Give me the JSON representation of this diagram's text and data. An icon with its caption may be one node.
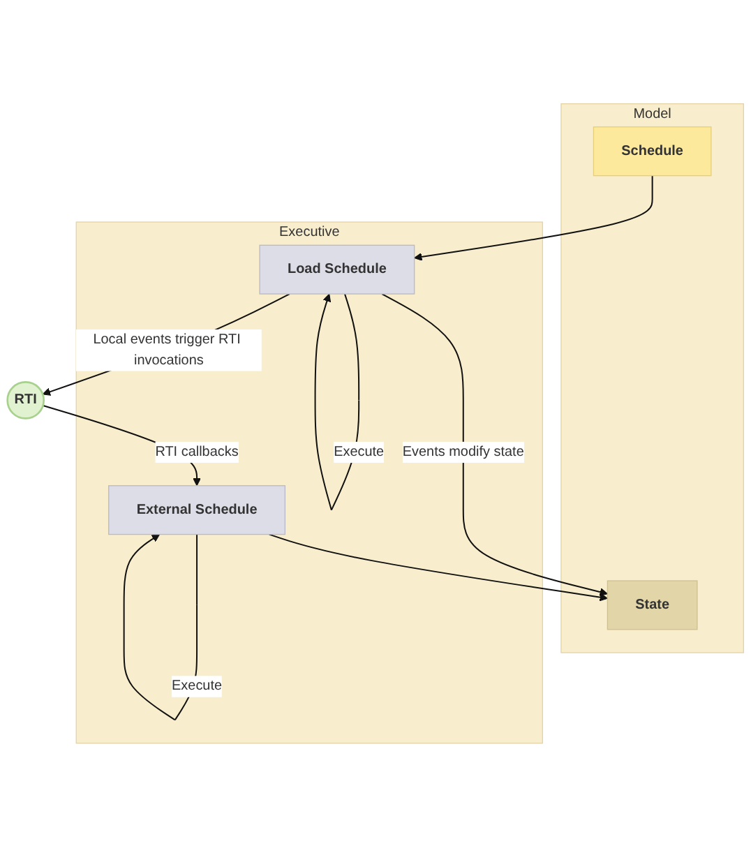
{
  "diagram": {
    "nodes": [
      {
        "text": [
          "Model"
        ]
      },
      {
        "text": [
          "State"
        ],
        "in": 0
      },
      {
        "text": [
          "Schedule"
        ],
        "in": 0
      },
      {
        "text": [
          "Executive"
        ]
      },
      {
        "text": [
          "Load Schedule"
        ],
        "in": 3
      },
      {
        "text": [
          "External Schedule"
        ],
        "in": 3
      },
      {
        "text": [
          "RTI"
        ]
      }
    ],
    "edges": [
      {
        "from": 2,
        "to": 4,
        "arrow": "to"
      },
      {
        "from": 4,
        "to": 4,
        "arrow": "to",
        "label": "Execute"
      },
      {
        "from": 5,
        "to": 5,
        "arrow": "to",
        "label": "Execute"
      },
      {
        "from": 4,
        "to": 1,
        "arrow": "to",
        "label": "Events modify state"
      },
      {
        "from": 5,
        "to": 1,
        "arrow": "to"
      },
      {
        "from": 4,
        "to": 6,
        "arrow": "to",
        "label": "Local events trigger RTI invocations"
      },
      {
        "from": 6,
        "to": 5,
        "arrow": "to",
        "label": "RTI callbacks"
      }
    ]
  }
}
